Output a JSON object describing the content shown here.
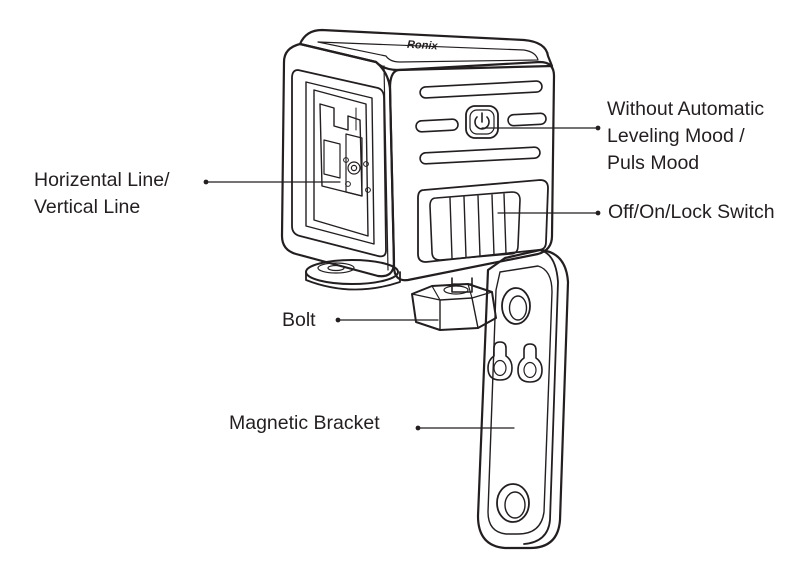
{
  "brand_text": "Ronix",
  "labels": {
    "leveling": [
      "Without Automatic",
      "Leveling Mood /",
      "Puls Mood"
    ],
    "switch": "Off/On/Lock Switch",
    "horizontal": [
      "Horizental Line/",
      "Vertical Line"
    ],
    "bolt": "Bolt",
    "bracket": "Magnetic Bracket"
  },
  "colors": {
    "ink": "#231f20",
    "background": "#ffffff"
  }
}
